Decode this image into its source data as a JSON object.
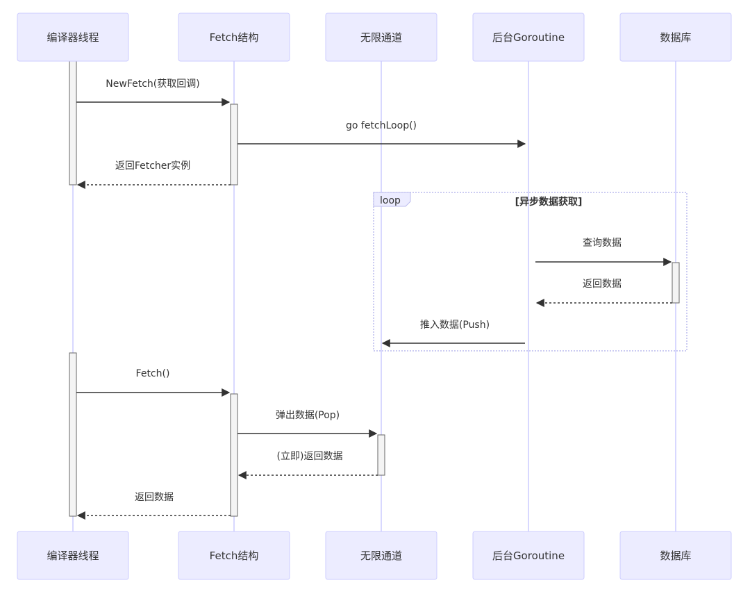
{
  "diagram": {
    "type": "sequence",
    "colors": {
      "actor_fill": "#ECECFF",
      "actor_stroke": "#CCCCFF",
      "lifeline": "#CCCCFF",
      "activation_fill": "#F4F4F4",
      "activation_stroke": "#666666",
      "message_line": "#333333",
      "loop_border": "#BBBBEE",
      "text": "#333333"
    },
    "actors": [
      {
        "id": "compiler",
        "label": "编译器线程"
      },
      {
        "id": "fetch",
        "label": "Fetch结构"
      },
      {
        "id": "channel",
        "label": "无限通道"
      },
      {
        "id": "goroutine",
        "label": "后台Goroutine"
      },
      {
        "id": "db",
        "label": "数据库"
      }
    ],
    "messages": [
      {
        "from": "compiler",
        "to": "fetch",
        "label": "NewFetch(获取回调)",
        "style": "solid"
      },
      {
        "from": "fetch",
        "to": "goroutine",
        "label": "go fetchLoop()",
        "style": "solid"
      },
      {
        "from": "fetch",
        "to": "compiler",
        "label": "返回Fetcher实例",
        "style": "dashed"
      },
      {
        "from": "goroutine",
        "to": "db",
        "label": "查询数据",
        "style": "solid"
      },
      {
        "from": "db",
        "to": "goroutine",
        "label": "返回数据",
        "style": "dashed"
      },
      {
        "from": "goroutine",
        "to": "channel",
        "label": "推入数据(Push)",
        "style": "solid"
      },
      {
        "from": "compiler",
        "to": "fetch",
        "label": "Fetch()",
        "style": "solid"
      },
      {
        "from": "fetch",
        "to": "channel",
        "label": "弹出数据(Pop)",
        "style": "solid"
      },
      {
        "from": "channel",
        "to": "fetch",
        "label": "(立即)返回数据",
        "style": "dashed"
      },
      {
        "from": "fetch",
        "to": "compiler",
        "label": "返回数据",
        "style": "dashed"
      }
    ],
    "loop": {
      "keyword": "loop",
      "condition": "[异步数据获取]"
    }
  }
}
